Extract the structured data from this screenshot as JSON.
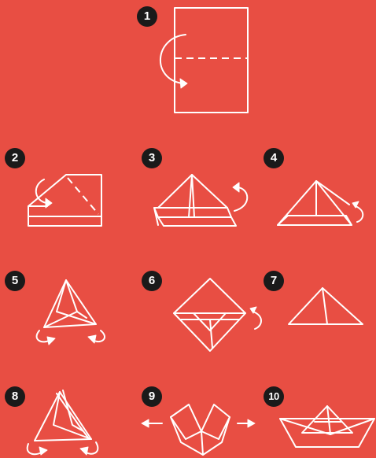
{
  "steps": [
    {
      "number": "1"
    },
    {
      "number": "2"
    },
    {
      "number": "3"
    },
    {
      "number": "4"
    },
    {
      "number": "5"
    },
    {
      "number": "6"
    },
    {
      "number": "7"
    },
    {
      "number": "8"
    },
    {
      "number": "9"
    },
    {
      "number": "10"
    }
  ],
  "colors": {
    "background": "#E84E43",
    "badge": "#1a1a1a",
    "line": "#ffffff"
  }
}
